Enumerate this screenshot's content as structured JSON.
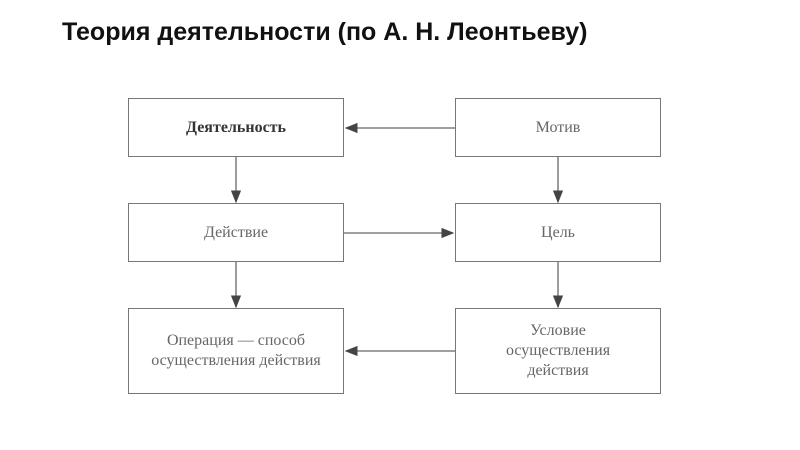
{
  "title": "Теория деятельности (по А. Н. Леонтьеву)",
  "diagram": {
    "nodes": {
      "activity": "Деятельность",
      "motive": "Мотив",
      "action": "Действие",
      "goal": "Цель",
      "operation": "Операция — способ осуществления действия",
      "condition": "Условие осуществления действия"
    },
    "edges": [
      {
        "from": "motive",
        "to": "activity"
      },
      {
        "from": "activity",
        "to": "action"
      },
      {
        "from": "motive",
        "to": "goal"
      },
      {
        "from": "action",
        "to": "goal"
      },
      {
        "from": "action",
        "to": "operation"
      },
      {
        "from": "goal",
        "to": "condition"
      },
      {
        "from": "condition",
        "to": "operation"
      }
    ]
  }
}
